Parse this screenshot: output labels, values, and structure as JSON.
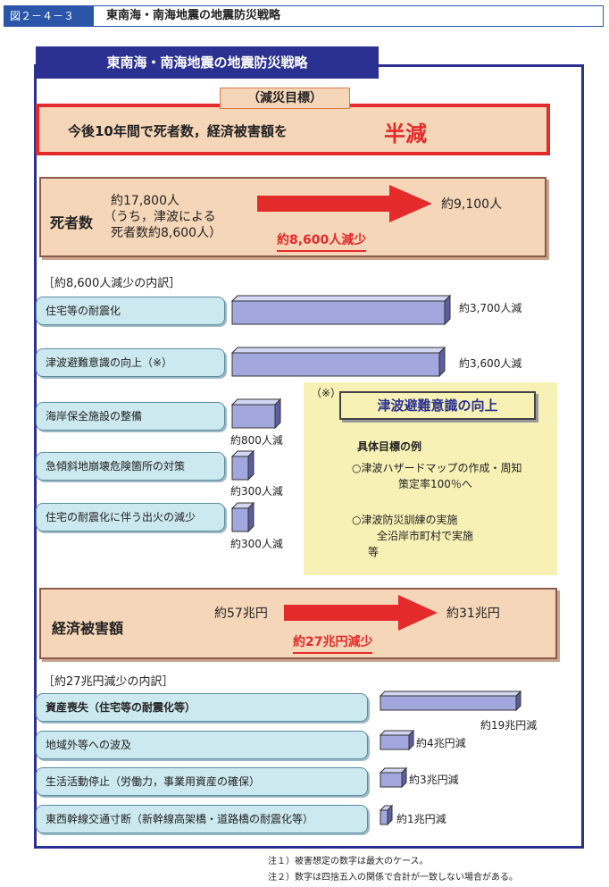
{
  "figure": {
    "tag": "図２－４－３",
    "title": "東南海・南海地震の地震防災戦略"
  },
  "main_title": "東南海・南海地震の地震防災戦略",
  "goal": {
    "label": "（減災目標）",
    "text": "今後10年間で死者数，経済被害額を",
    "emphasis": "半減"
  },
  "deaths": {
    "label": "死者数",
    "before_line1": "約17,800人",
    "before_line2": "（うち，津波による",
    "before_line3": "死者数約8,600人）",
    "after": "約9,100人",
    "reduction": "約8,600人減少"
  },
  "economic": {
    "label": "経済被害額",
    "before": "約57兆円",
    "after": "約31兆円",
    "reduction": "約27兆円減少"
  },
  "colors": {
    "bar_face": "#a2a7dd",
    "bar_top": "#d3d6f2",
    "bar_side": "#5b5f9c",
    "arrow": "#e32b2b"
  },
  "chart_data": [
    {
      "type": "bar",
      "title": "［約8,600人減少の内訳］",
      "categories": [
        "住宅等の耐震化",
        "津波避難意識の向上（※）",
        "海岸保全施設の整備",
        "急傾斜地崩壊危険箇所の対策",
        "住宅の耐震化に伴う出火の減少"
      ],
      "values": [
        3700,
        3600,
        800,
        300,
        300
      ],
      "value_labels": [
        "約3,700人減",
        "約3,600人減",
        "約800人減",
        "約300人減",
        "約300人減"
      ],
      "xlabel": "",
      "ylabel": "",
      "orientation": "horizontal"
    },
    {
      "type": "bar",
      "title": "［約27兆円減少の内訳］",
      "categories": [
        "資産喪失（住宅等の耐震化等）",
        "地域外等への波及",
        "生活活動停止（労働力，事業用資産の確保）",
        "東西幹線交通寸断（新幹線高架橋・道路橋の耐震化等）"
      ],
      "values": [
        19,
        4,
        3,
        1
      ],
      "value_labels": [
        "約19兆円減",
        "約4兆円減",
        "約3兆円減",
        "約1兆円減"
      ],
      "xlabel": "",
      "ylabel": "",
      "orientation": "horizontal"
    }
  ],
  "note": {
    "mark": "（※）",
    "title": "津波避難意識の向上",
    "subtitle": "具体目標の例",
    "item1_line1": "○津波ハザードマップの作成・周知",
    "item1_line2": "策定率100％へ",
    "item2_line1": "○津波防災訓練の実施",
    "item2_line2": "全沿岸市町村で実施",
    "etc": "等"
  },
  "footnotes": [
    "注１）被害想定の数字は最大のケース。",
    "注２）数字は四捨五入の関係で合計が一致しない場合がある。"
  ]
}
